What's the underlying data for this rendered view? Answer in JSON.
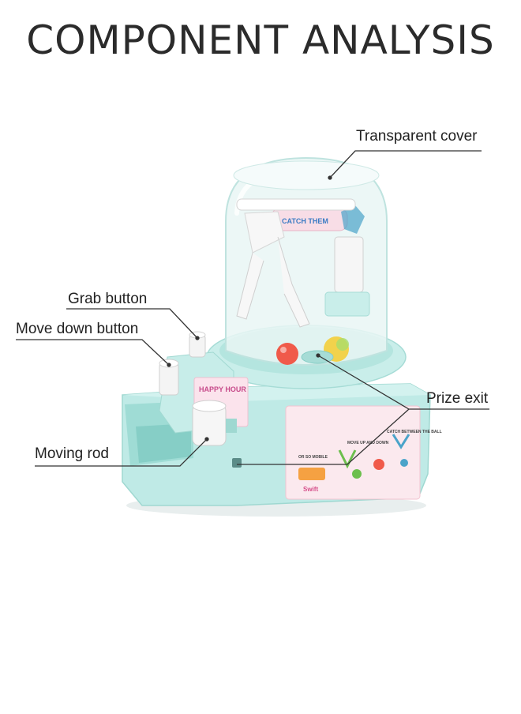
{
  "title": "COMPONENT ANALYSIS",
  "callouts": {
    "transparent_cover": "Transparent cover",
    "grab_button": "Grab button",
    "move_down_button": "Move down button",
    "prize_exit": "Prize exit",
    "moving_rod": "Moving rod"
  },
  "product": {
    "dome_sticker": "CATCH THEM",
    "side_sticker": "HAPPY HOUR",
    "front_panel": {
      "steps": [
        "OR SO MOBILE",
        "MOVE UP AND DOWN",
        "CATCH BETWEEN THE BALL"
      ],
      "brand": "Swift"
    }
  },
  "colors": {
    "machine_body": "#bfeae6",
    "machine_shadow": "#93d3cc",
    "dome": "#e9f6f5",
    "ball_red": "#f05a4a",
    "ball_yellow": "#f2d24c",
    "sticker_pink": "#f8dde6"
  }
}
